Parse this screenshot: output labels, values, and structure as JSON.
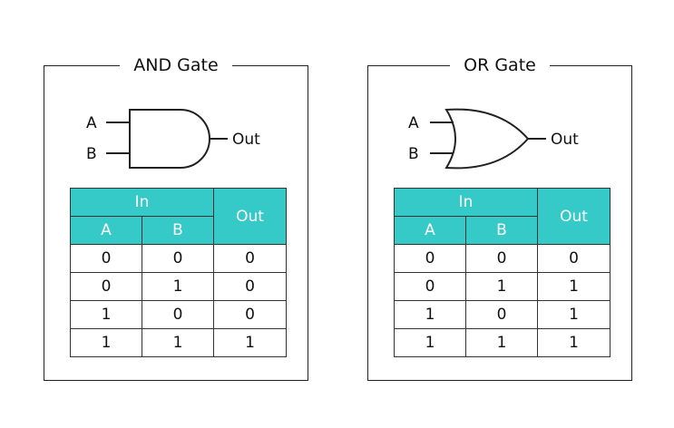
{
  "colors": {
    "header_fill": "#35c9c7",
    "header_text": "#ffffff",
    "line": "#222222"
  },
  "panels": [
    {
      "title": "AND Gate",
      "gate": {
        "type": "AND",
        "input_a": "A",
        "input_b": "B",
        "output": "Out"
      },
      "table": {
        "group_header": "In",
        "output_header": "Out",
        "columns": [
          "A",
          "B"
        ],
        "rows": [
          [
            "0",
            "0",
            "0"
          ],
          [
            "0",
            "1",
            "0"
          ],
          [
            "1",
            "0",
            "0"
          ],
          [
            "1",
            "1",
            "1"
          ]
        ]
      }
    },
    {
      "title": "OR Gate",
      "gate": {
        "type": "OR",
        "input_a": "A",
        "input_b": "B",
        "output": "Out"
      },
      "table": {
        "group_header": "In",
        "output_header": "Out",
        "columns": [
          "A",
          "B"
        ],
        "rows": [
          [
            "0",
            "0",
            "0"
          ],
          [
            "0",
            "1",
            "1"
          ],
          [
            "1",
            "0",
            "1"
          ],
          [
            "1",
            "1",
            "1"
          ]
        ]
      }
    }
  ]
}
